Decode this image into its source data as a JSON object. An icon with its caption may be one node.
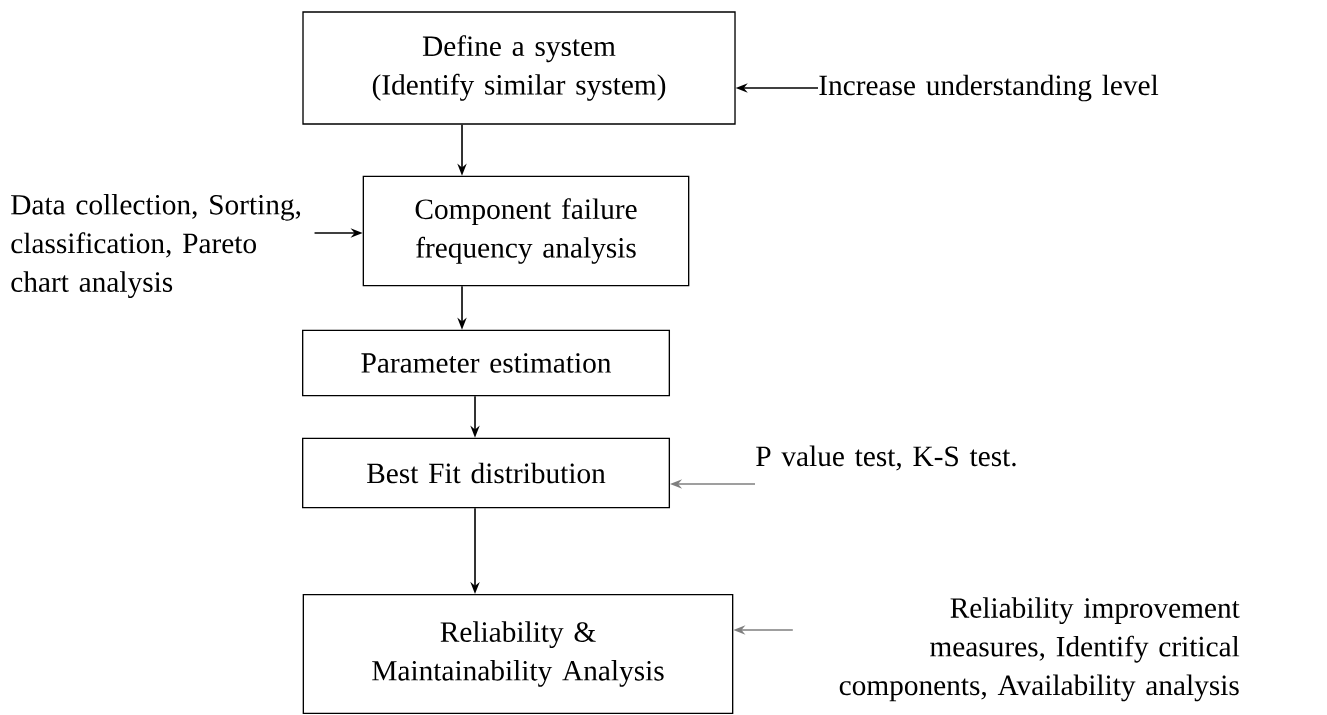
{
  "diagram": {
    "nodes": [
      {
        "text": [
          "Define a system",
          "(Identify similar system)"
        ]
      },
      {
        "text": [
          "Increase understanding level"
        ]
      },
      {
        "text": [
          "Data collection, Sorting, classification, Pareto chart analysis"
        ]
      },
      {
        "text": [
          "Component failure frequency analysis"
        ]
      },
      {
        "text": [
          "Parameter estimation"
        ]
      },
      {
        "text": [
          "Best Fit distribution"
        ]
      },
      {
        "text": [
          "P value test, K-S test."
        ]
      },
      {
        "text": [
          "Reliability & Maintainability Analysis"
        ]
      },
      {
        "text": [
          "Reliability improvement measures, Identify critical components, Availability analysis"
        ]
      }
    ],
    "edges": [
      {
        "from": 1,
        "to": 0,
        "arrow": "to"
      },
      {
        "from": 0,
        "to": 3,
        "arrow": "to"
      },
      {
        "from": 2,
        "to": 3,
        "arrow": "to"
      },
      {
        "from": 3,
        "to": 4,
        "arrow": "to"
      },
      {
        "from": 4,
        "to": 5,
        "arrow": "to"
      },
      {
        "from": 6,
        "to": 5,
        "arrow": "to",
        "color": "#7f7f7f"
      },
      {
        "from": 5,
        "to": 7,
        "arrow": "to"
      },
      {
        "from": 8,
        "to": 7,
        "arrow": "to",
        "color": "#7f7f7f"
      }
    ]
  }
}
